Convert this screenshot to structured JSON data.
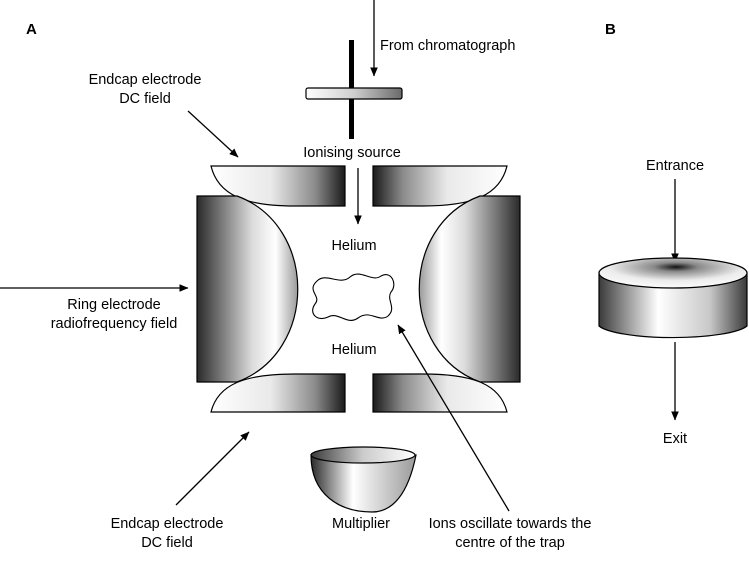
{
  "panels": {
    "a": "A",
    "b": "B"
  },
  "labels": {
    "from_chromatograph": "From chromatograph",
    "endcap_top_line1": "Endcap electrode",
    "endcap_top_line2": "DC field",
    "ionising_source": "Ionising source",
    "helium_top": "Helium",
    "helium_bottom": "Helium",
    "ring_line1": "Ring electrode",
    "ring_line2": "radiofrequency field",
    "endcap_bottom_line1": "Endcap electrode",
    "endcap_bottom_line2": "DC field",
    "multiplier": "Multiplier",
    "ions_line1": "Ions oscillate towards the",
    "ions_line2": "centre of the trap",
    "entrance": "Entrance",
    "exit": "Exit"
  }
}
